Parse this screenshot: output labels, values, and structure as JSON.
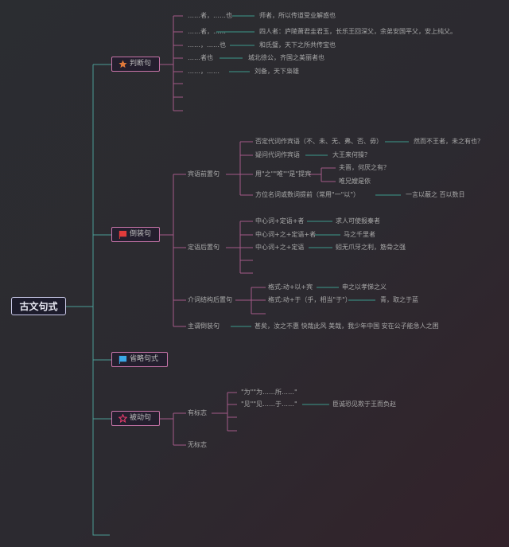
{
  "root": {
    "label": "古文句式"
  },
  "categories": [
    {
      "label": "判断句",
      "icon": "star-icon",
      "icon_color": "#e0793a",
      "items": [
        {
          "pattern": "……者，……也",
          "example": "师者，所以传道受业解惑也"
        },
        {
          "pattern": "……者，……",
          "example": "四人者：庐陵萧君圭君玉，长乐王回深父，余弟安国平父，安上纯父。"
        },
        {
          "pattern": "……，……也",
          "example": "和氏璧，天下之所共传宝也"
        },
        {
          "pattern": "……者也",
          "example": "城北徐公，齐国之美丽者也"
        },
        {
          "pattern": "……，……",
          "example": "刘备，天下枭雄"
        }
      ]
    },
    {
      "label": "倒装句",
      "icon": "flag-icon",
      "icon_color": "#e23b3b",
      "groups": [
        {
          "label": "宾语前置句",
          "items": [
            {
              "text": "否定代词作宾语（不、未、无、弗、否、毋）",
              "example": "然而不王者，未之有也？"
            },
            {
              "text": "疑问代词作宾语",
              "example": "大王来何操？"
            },
            {
              "text": "用\"之\"\"唯\"\"是\"提宾",
              "examples": [
                "夫晋，何厌之有？",
                "唯兄嫂是依"
              ]
            },
            {
              "text": "方位名词或数词提前（常用\"一\"以\"）",
              "example": "一言以蔽之 百以数日"
            }
          ]
        },
        {
          "label": "定语后置句",
          "items": [
            {
              "text": "中心词+定语+者",
              "example": "求人可使报秦者"
            },
            {
              "text": "中心词+之+定语+者",
              "example": "马之千里者"
            },
            {
              "text": "中心词+之+定语",
              "example": "蚓无爪牙之利，筋骨之强"
            }
          ]
        },
        {
          "label": "介词结构后置句",
          "items": [
            {
              "text": "格式:动+以+宾",
              "example": "申之以孝悌之义"
            },
            {
              "text": "格式:动+于（乎，相当\"于\"）",
              "example": "青，取之于蓝"
            }
          ]
        },
        {
          "label": "主谓倒装句",
          "example": "甚矣，汝之不惠 快哉此风 美哉，我少年中国 安在公子能急人之困"
        }
      ]
    },
    {
      "label": "省略句式",
      "icon": "flag-icon",
      "icon_color": "#3aa8e6"
    },
    {
      "label": "被动句",
      "icon": "star-outline-icon",
      "icon_color": "#e23b6a",
      "groups": [
        {
          "label": "有标志",
          "items": [
            {
              "text": "\"为\"\"为……所……\""
            },
            {
              "text": "\"见\"\"见……于……\"",
              "example": "臣诚恐见欺于王而负赵"
            }
          ]
        },
        {
          "label": "无标志"
        }
      ]
    }
  ]
}
